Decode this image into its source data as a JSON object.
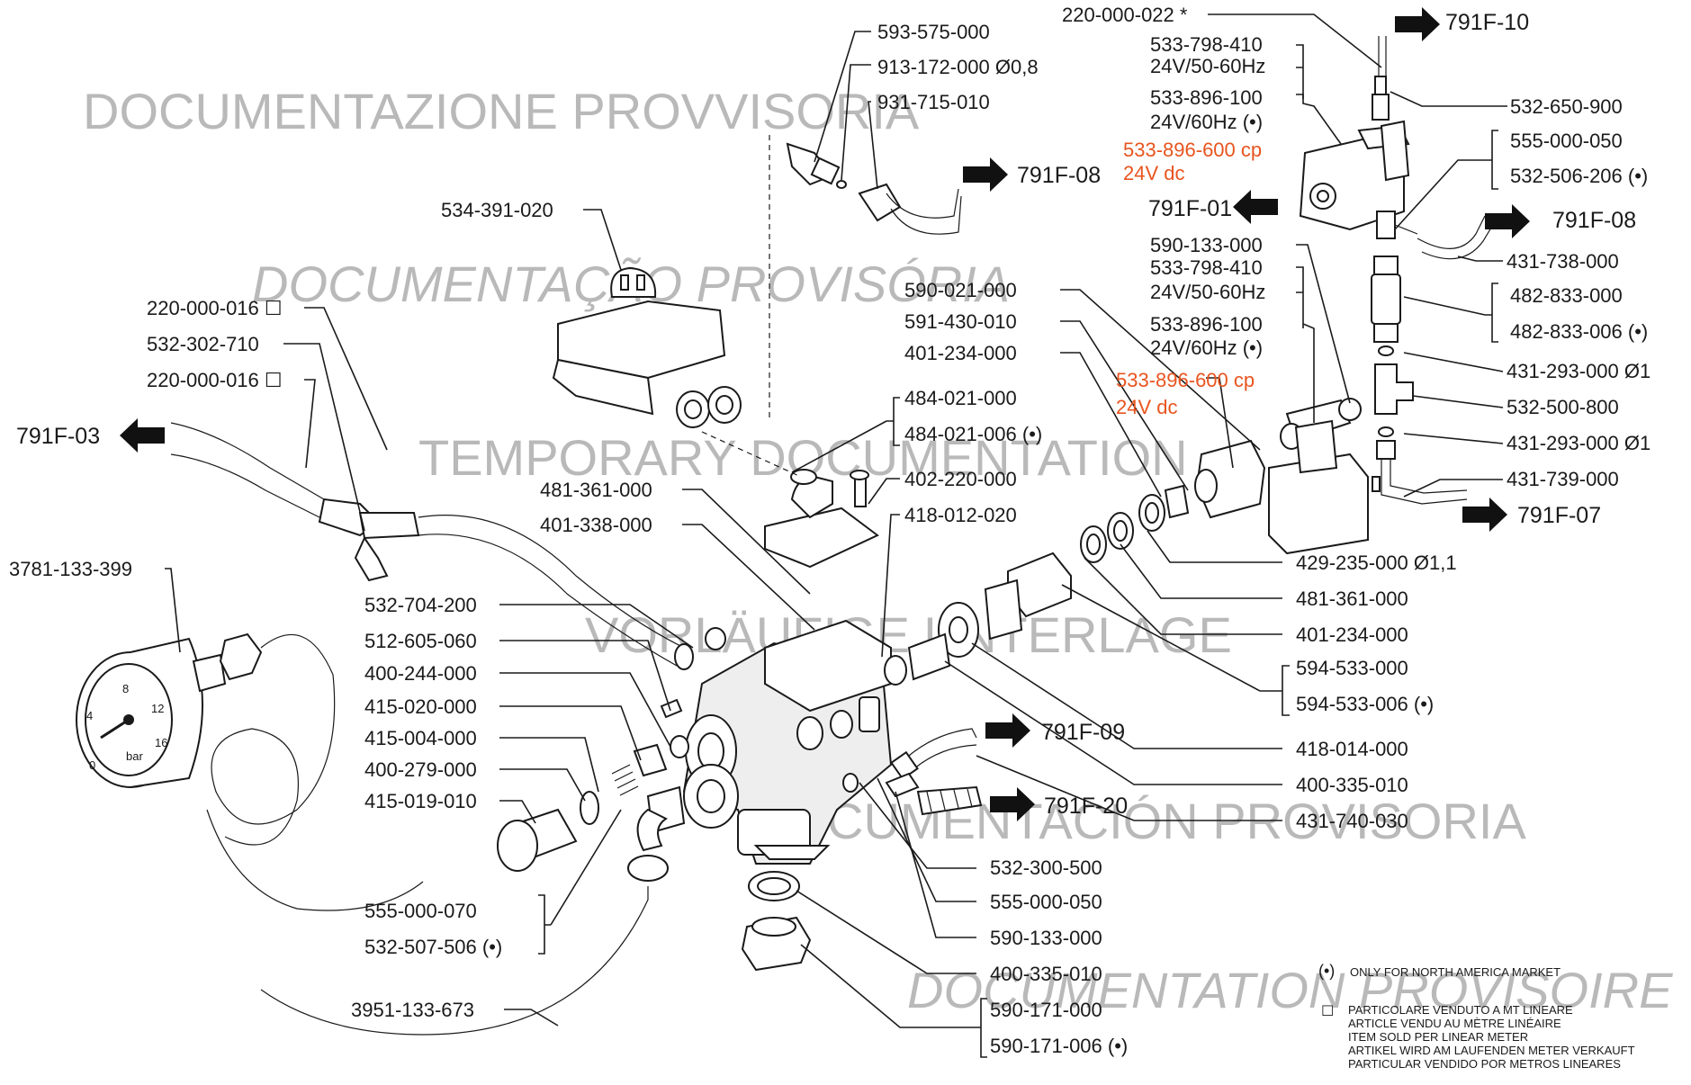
{
  "watermarks": {
    "it": "DOCUMENTAZIONE PROVVISORIA",
    "pt": "DOCUMENTAÇÃO PROVISÓRIA",
    "en": "TEMPORARY DOCUMENTATION",
    "de": "VORLÄUFIGE UNTERLAGE",
    "es": "DOCUMENTACIÓN PROVISORIA",
    "fr": "DOCUMENTATION PROVISOIRE"
  },
  "refs": {
    "r10": "791F-10",
    "r08a": "791F-08",
    "r01": "791F-01",
    "r08b": "791F-08",
    "r07": "791F-07",
    "r03": "791F-03",
    "r09": "791F-09",
    "r20": "791F-20"
  },
  "labels": {
    "l220_022": "220-000-022 *",
    "l533_798_a": "533-798-410",
    "l24v5060_a": "24V/50-60Hz",
    "l533_896_a": "533-896-100",
    "l24v60_a": "24V/60Hz  (•)",
    "l533_896_600_a": "533-896-600 cp",
    "l24vdc_a": "24V dc",
    "l532_650": "532-650-900",
    "l555_050_a": "555-000-050",
    "l532_506": "532-506-206 (•)",
    "l431_738": "431-738-000",
    "l482_833": "482-833-000",
    "l482_833_6": "482-833-006 (•)",
    "l431_293_a": "431-293-000  Ø1",
    "l532_500": "532-500-800",
    "l431_293_b": "431-293-000  Ø1",
    "l431_739": "431-739-000",
    "l590_133_a": "590-133-000",
    "l533_798_b": "533-798-410",
    "l24v5060_b": "24V/50-60Hz",
    "l533_896_b": "533-896-100",
    "l24v60_b": "24V/60Hz  (•)",
    "l533_896_600_b": "533-896-600 cp",
    "l24vdc_b": "24V dc",
    "l593_575": "593-575-000",
    "l913_172": "913-172-000  Ø0,8",
    "l931_715": "931-715-010",
    "l534_391": "534-391-020",
    "l590_021": "590-021-000",
    "l591_430": "591-430-010",
    "l401_234_a": "401-234-000",
    "l484_021": "484-021-000",
    "l484_021_6": "484-021-006 (•)",
    "l402_220": "402-220-000",
    "l418_012": "418-012-020",
    "l481_361_a": "481-361-000",
    "l401_338": "401-338-000",
    "l220_016_a": "220-000-016 ☐",
    "l532_302": "532-302-710",
    "l220_016_b": "220-000-016 ☐",
    "l3781": "3781-133-399",
    "l532_704": "532-704-200",
    "l512_605": "512-605-060",
    "l400_244": "400-244-000",
    "l415_020": "415-020-000",
    "l415_004": "415-004-000",
    "l400_279": "400-279-000",
    "l415_019": "415-019-010",
    "l429_235": "429-235-000  Ø1,1",
    "l481_361_b": "481-361-000",
    "l401_234_b": "401-234-000",
    "l594_533": "594-533-000",
    "l594_533_6": "594-533-006 (•)",
    "l418_014": "418-014-000",
    "l400_335_a": "400-335-010",
    "l431_740": "431-740-030",
    "l532_300": "532-300-500",
    "l555_050_b": "555-000-050",
    "l590_133_b": "590-133-000",
    "l400_335_b": "400-335-010",
    "l590_171": "590-171-000",
    "l590_171_6": "590-171-006 (•)",
    "l555_070": "555-000-070",
    "l532_507": "532-507-506  (•)",
    "l3951": "3951-133-673"
  },
  "gauge": {
    "t0": "0",
    "t4": "4",
    "t8": "8",
    "t12": "12",
    "t16": "16",
    "unit": "bar"
  },
  "legend": {
    "dot_symbol": "(•)",
    "dot_text": "ONLY FOR NORTH AMERICA MARKET",
    "box_symbol": "☐",
    "box_line1": "PARTICOLARE VENDUTO A MT LINEARE",
    "box_line2": "ARTICLE VENDU AU MÈTRE LINÉAIRE",
    "box_line3": "ITEM SOLD PER LINEAR METER",
    "box_line4": "ARTIKEL WIRD AM LAUFENDEN METER VERKAUFT",
    "box_line5": "PARTICULAR VENDIDO POR METROS LINEARES"
  },
  "colors": {
    "accent": "#e8541e",
    "watermark": "#b9b9b9",
    "ink": "#1a1a1a"
  }
}
